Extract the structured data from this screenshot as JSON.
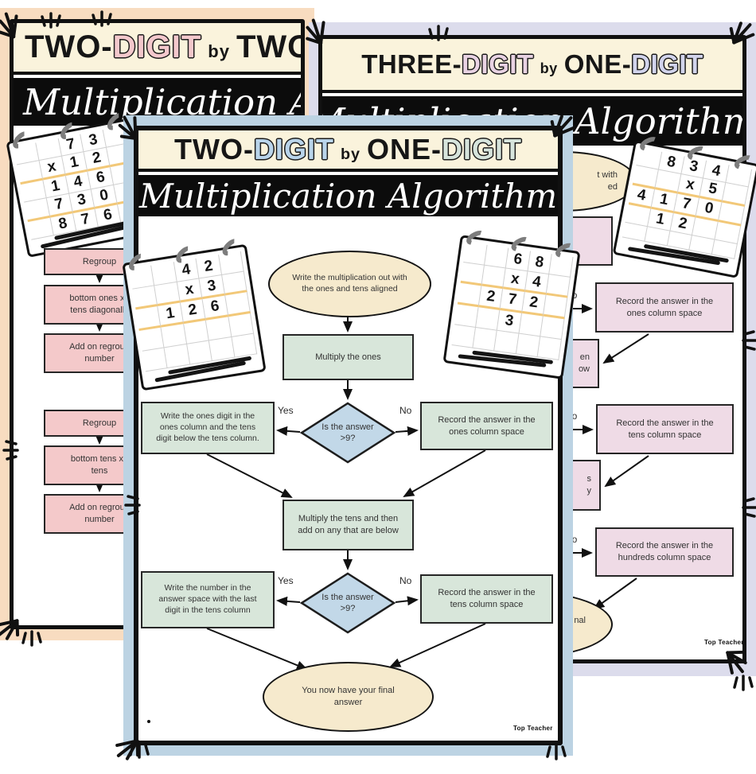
{
  "brand": "Top Teacher",
  "posters": {
    "two_digit_by_two_digit": {
      "background": "#f8dcc0",
      "accent1": "#f3c8cc",
      "accent2": "#f3c8cc",
      "title_segments": [
        {
          "t": "TWO-",
          "c": "dark"
        },
        {
          "t": "DIGIT",
          "c": "a1"
        },
        {
          "t": "by",
          "c": "by"
        },
        {
          "t": "TWO",
          "c": "dark"
        }
      ],
      "subtitle": "Multiplication Algorithm",
      "notepad": {
        "cols": 5,
        "yellow_after": [
          1,
          3
        ],
        "rows": [
          [
            "",
            "",
            "7",
            "3",
            ""
          ],
          [
            "",
            "x",
            "1",
            "2",
            ""
          ],
          [
            "",
            "1",
            "4",
            "6",
            ""
          ],
          [
            "",
            "7",
            "3",
            "0",
            ""
          ],
          [
            "",
            "8",
            "7",
            "6",
            ""
          ]
        ]
      },
      "flow_boxes": {
        "regroup_1": "Regroup",
        "bottom_ones": "bottom ones x t\ntens diagonally",
        "add_regroup_1": "Add on regroup\nnumber",
        "regroup_2": "Regroup",
        "bottom_tens": "bottom tens x t\ntens",
        "add_regroup_2": "Add on regroup\nnumber"
      }
    },
    "three_digit_by_one_digit": {
      "background": "#dcdcec",
      "accent1": "#e9d3e3",
      "accent2": "#d2d4ec",
      "title_segments": [
        {
          "t": "THREE-",
          "c": "dark"
        },
        {
          "t": "DIGIT",
          "c": "a1"
        },
        {
          "t": "by",
          "c": "by"
        },
        {
          "t": "ONE-",
          "c": "dark"
        },
        {
          "t": "DIGIT",
          "c": "a2"
        }
      ],
      "subtitle": "Multiplication Algorithm",
      "notepad": {
        "cols": 5,
        "yellow_after": [
          1,
          2
        ],
        "rows": [
          [
            "",
            "8",
            "3",
            "4",
            ""
          ],
          [
            "",
            "",
            "x",
            "5",
            ""
          ],
          [
            "4",
            "1",
            "7",
            "0",
            ""
          ],
          [
            "",
            "1",
            "2",
            "",
            ""
          ],
          [
            "",
            "",
            "",
            "",
            ""
          ]
        ]
      },
      "start_oval_fragment": "t with\ned",
      "no_labels": {
        "ones": "No",
        "tens": "No",
        "hundreds": "No"
      },
      "boxes": {
        "record_ones": "Record the answer in the\nones column space",
        "multiply_fragment_1": "en\now",
        "record_tens": "Record the answer in the\ntens column space",
        "multiply_fragment_2": "s\ny",
        "record_hundreds": "Record the answer in the\nhundreds column space",
        "end_oval_fragment": "nal"
      }
    },
    "two_digit_by_one_digit": {
      "background": "#bcd3e3",
      "accent1": "#b9d4ea",
      "accent2": "#d6e4dc",
      "title_segments": [
        {
          "t": "TWO-",
          "c": "dark"
        },
        {
          "t": "DIGIT",
          "c": "a1"
        },
        {
          "t": "by",
          "c": "by"
        },
        {
          "t": "ONE-",
          "c": "dark"
        },
        {
          "t": "DIGIT",
          "c": "a2"
        }
      ],
      "subtitle": "Multiplication Algorithm",
      "notepad_left": {
        "cols": 5,
        "yellow_after": [
          1,
          2
        ],
        "rows": [
          [
            "",
            "",
            "4",
            "2",
            ""
          ],
          [
            "",
            "",
            "x",
            "3",
            ""
          ],
          [
            "",
            "1",
            "2",
            "6",
            ""
          ],
          [
            "",
            "",
            "",
            "",
            ""
          ],
          [
            "",
            "",
            "",
            "",
            ""
          ]
        ]
      },
      "notepad_right": {
        "cols": 5,
        "yellow_after": [
          1,
          2
        ],
        "rows": [
          [
            "",
            "",
            "6",
            "8",
            ""
          ],
          [
            "",
            "",
            "x",
            "4",
            ""
          ],
          [
            "",
            "2",
            "7",
            "2",
            ""
          ],
          [
            "",
            "",
            "3",
            "",
            ""
          ],
          [
            "",
            "",
            "",
            "",
            ""
          ]
        ]
      },
      "flow": {
        "start_oval": "Write the multiplication out with\nthe ones and tens aligned",
        "multiply_ones": "Multiply the ones",
        "decision_1": "Is the answer\n>9?",
        "yes_1": "Yes",
        "no_1": "No",
        "yes_box_1": "Write the ones digit in the\nones column and the tens\ndigit below the tens column.",
        "no_box_1": "Record the answer in the\nones column space",
        "multiply_tens": "Multiply the tens and then\nadd on any that are below",
        "decision_2": "Is the answer\n>9?",
        "yes_2": "Yes",
        "no_2": "No",
        "yes_box_2": "Write the number in the\nanswer space with the last\ndigit in the tens column",
        "no_box_2": "Record the answer in the\ntens column space",
        "end_oval": "You now have your final\nanswer"
      }
    }
  }
}
